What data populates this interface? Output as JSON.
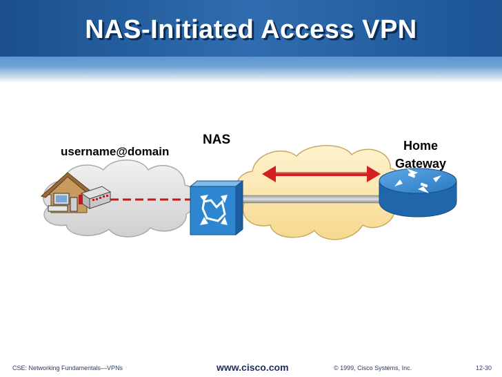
{
  "slide": {
    "title": "NAS-Initiated Access VPN"
  },
  "labels": {
    "nas": "NAS",
    "username": "username@domain",
    "home_line1": "Home",
    "home_line2": "Gateway"
  },
  "footer": {
    "course": "CSE: Networking Fundamentals—VPNs",
    "url": "www.cisco.com",
    "copyright": "© 1999, Cisco Systems, Inc.",
    "page": "12-30"
  },
  "colors": {
    "header": "#2f6db0",
    "isp_cloud": "#dcdcdc",
    "internet_cloud": "#fde7b2",
    "tunnel_arrow": "#d42020",
    "router": "#2d7fc8",
    "nas_device": "#2d86cf"
  },
  "icons": [
    "home-pc-icon",
    "modem-icon",
    "nas-switch-icon",
    "router-icon",
    "tunnel-arrow-icon"
  ]
}
